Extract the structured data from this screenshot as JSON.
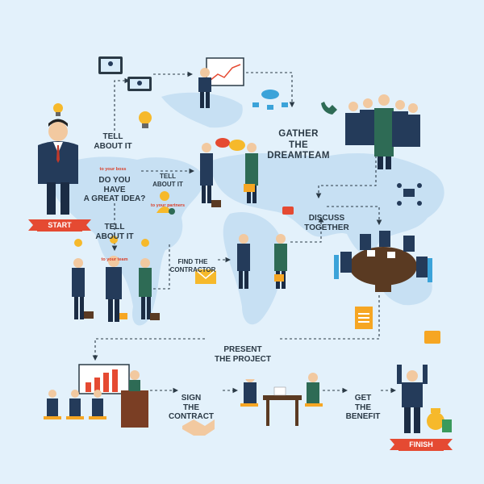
{
  "colors": {
    "background": "#e3f1fb",
    "map": "#c7e0f3",
    "suit": "#243b5a",
    "suit_green": "#2e6b55",
    "accent_red": "#e54a32",
    "bulb": "#f6b92b",
    "arrow": "#2b3a46"
  },
  "labels": {
    "tell_boss": {
      "main": "TELL\nABOUT IT",
      "sub": "to your boss"
    },
    "great_idea": {
      "main": "DO YOU\nHAVE\nA GREAT IDEA?"
    },
    "tell_partners": {
      "main": "TELL\nABOUT IT",
      "sub": "to your partners"
    },
    "tell_team": {
      "main": "TELL\nABOUT IT",
      "sub": "to your team"
    },
    "gather": {
      "main": "GATHER\nTHE\nDREAMTEAM"
    },
    "discuss": {
      "main": "DISCUSS\nTOGETHER"
    },
    "find_contractor": {
      "main": "FIND THE\nCONTRACTOR"
    },
    "present": {
      "main": "PRESENT\nTHE PROJECT"
    },
    "sign": {
      "main": "SIGN\nTHE\nCONTRACT"
    },
    "benefit": {
      "main": "GET\nTHE\nBENEFIT"
    }
  },
  "banners": {
    "start": "START",
    "finish": "FINISH"
  },
  "icons": [
    "lightbulb-icon",
    "video-call-icon",
    "presentation-board-icon",
    "cloud-network-icon",
    "phone-icon",
    "speech-bubbles-icon",
    "add-user-icon",
    "chat-icon",
    "network-icon",
    "envelope-icon",
    "document-icon",
    "briefcase-icon",
    "handshake-icon",
    "money-bag-icon"
  ]
}
